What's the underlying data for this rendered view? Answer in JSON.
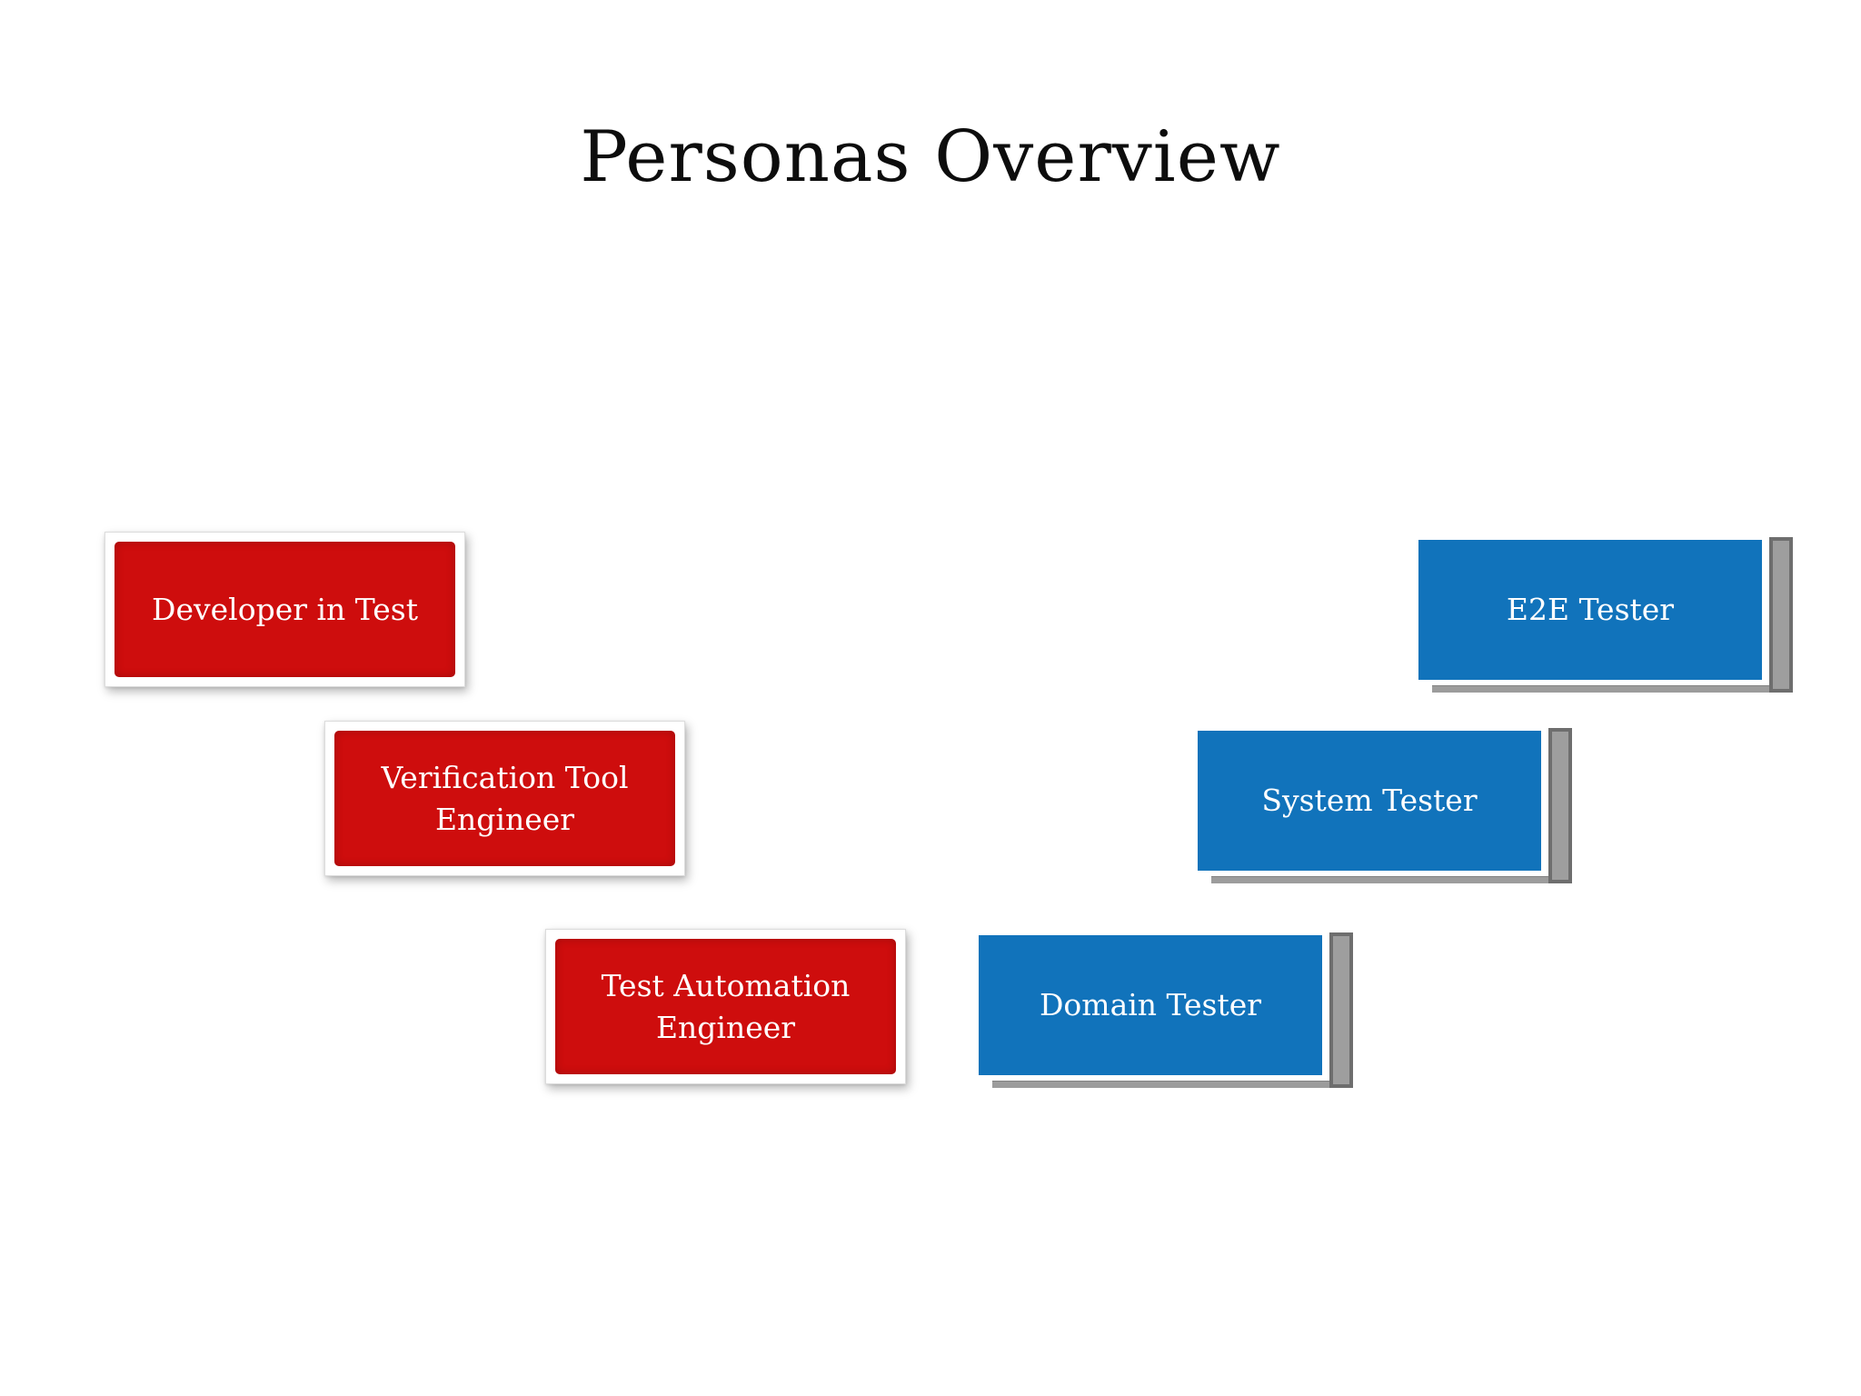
{
  "slide": {
    "title": "Personas Overview"
  },
  "personas": {
    "developer_roles": [
      {
        "label": "Developer in Test"
      },
      {
        "label": "Verification Tool Engineer"
      },
      {
        "label": "Test Automation Engineer"
      }
    ],
    "tester_roles": [
      {
        "label": "E2E Tester"
      },
      {
        "label": "System Tester"
      },
      {
        "label": "Domain Tester"
      }
    ]
  },
  "colors": {
    "developer_box": "#ce0d0d",
    "tester_box": "#1173bb",
    "box_text": "#ffffff",
    "title_text": "#0d0d0d",
    "frame_white": "#ffffff",
    "edge_gray": "#9e9e9e",
    "edge_gray_dark": "#6e6e6e",
    "background": "#ffffff"
  }
}
